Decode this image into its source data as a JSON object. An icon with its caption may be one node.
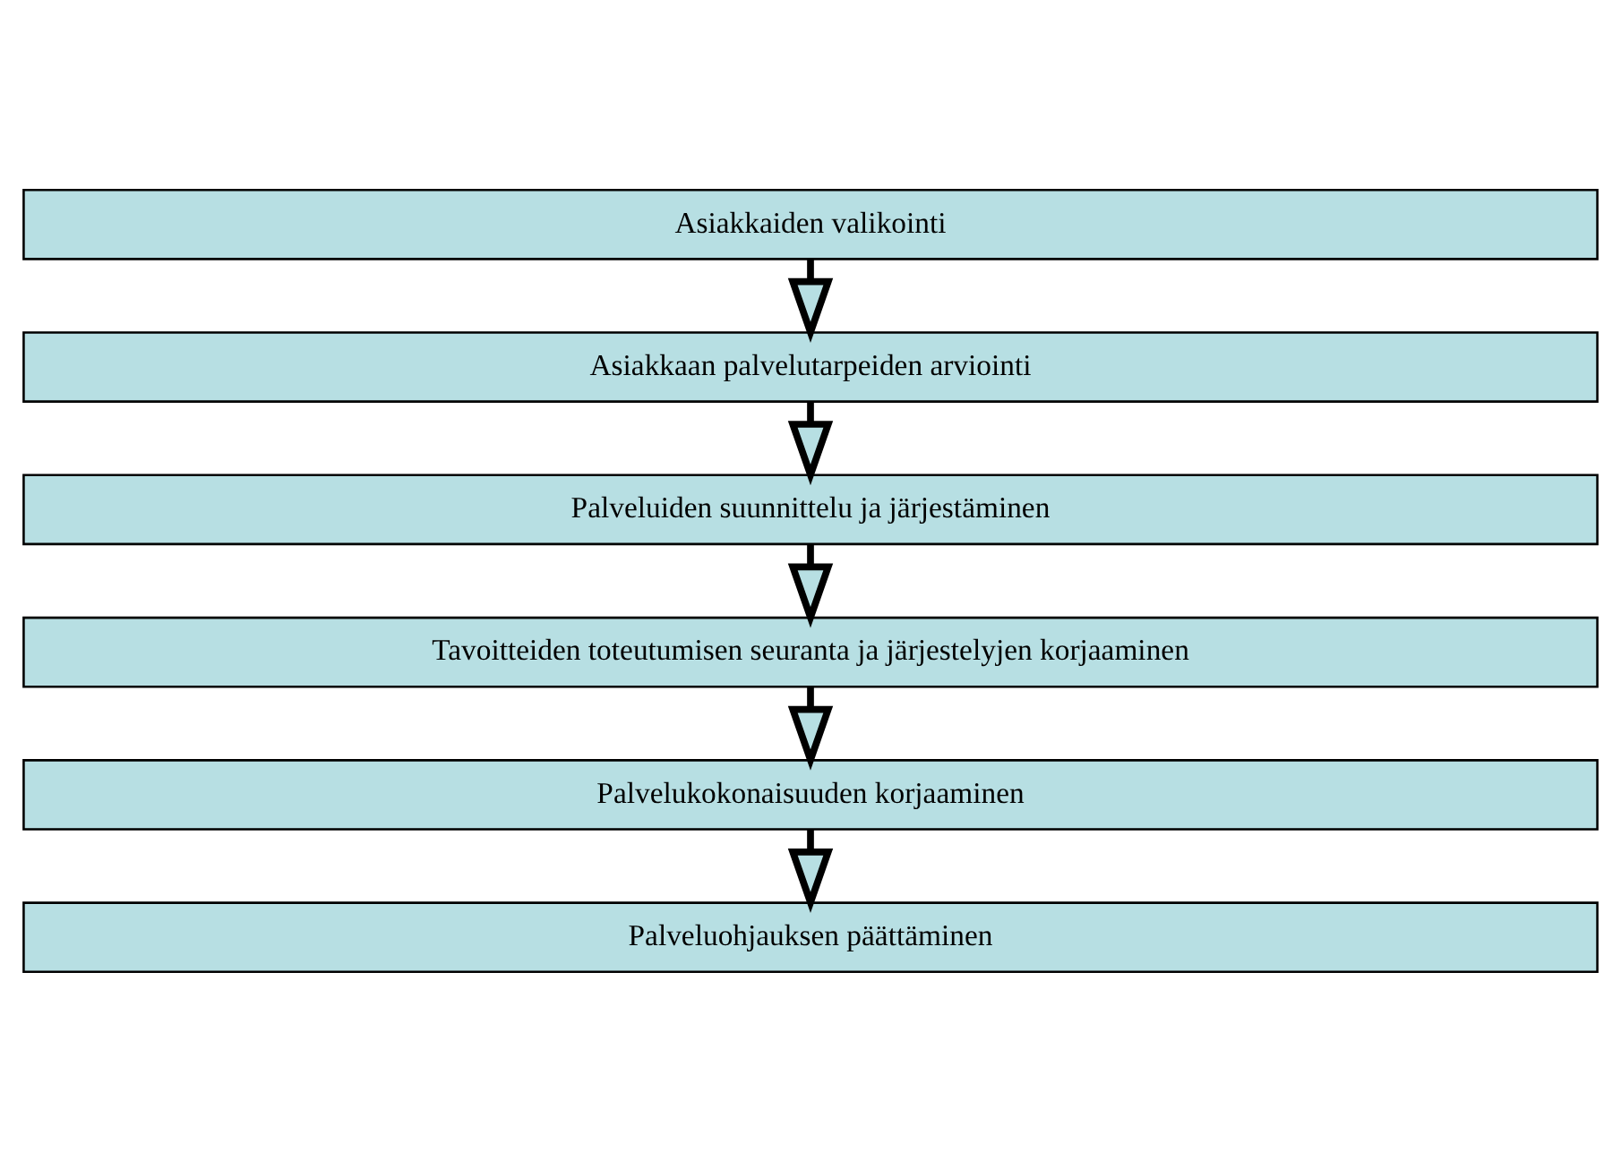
{
  "diagram": {
    "nodes": [
      {
        "text": [
          "Asiakkaiden valikointi"
        ]
      },
      {
        "text": [
          "Asiakkaan palvelutarpeiden arviointi"
        ]
      },
      {
        "text": [
          "Palveluiden suunnittelu ja järjestäminen"
        ]
      },
      {
        "text": [
          "Tavoitteiden toteutumisen seuranta ja järjestelyjen korjaaminen"
        ]
      },
      {
        "text": [
          "Palvelukokonaisuuden korjaaminen"
        ]
      },
      {
        "text": [
          "Palveluohjauksen päättäminen"
        ]
      }
    ],
    "edges": [
      {
        "from": 0,
        "to": 1,
        "arrow": "to"
      },
      {
        "from": 1,
        "to": 2,
        "arrow": "to"
      },
      {
        "from": 2,
        "to": 3,
        "arrow": "to"
      },
      {
        "from": 3,
        "to": 4,
        "arrow": "to"
      },
      {
        "from": 4,
        "to": 5,
        "arrow": "to"
      }
    ]
  }
}
